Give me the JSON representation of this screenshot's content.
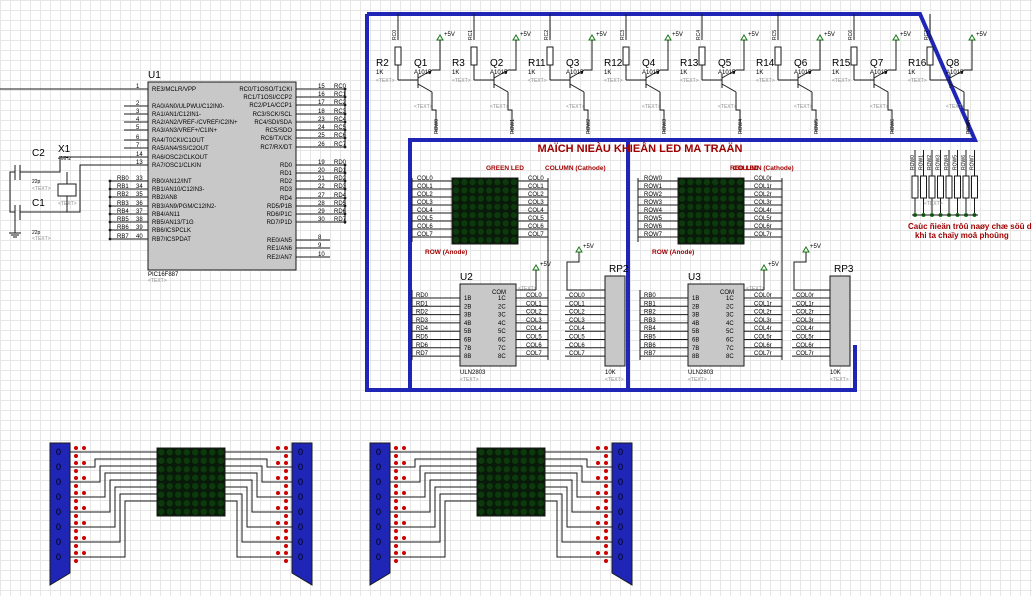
{
  "colors": {
    "bus": "#1f25b5",
    "chip": "#c8c8c8",
    "led_off": "#0c3a0c",
    "grid": "#e6e6e6",
    "title": "#a00000",
    "pin": "#cc0000"
  },
  "title": "MAÏCH NIEÀU KHIEÅN LED MA TRAÄN",
  "note_line1": "Caùc ñieän trôû naøy chæ söû duïng",
  "note_line2": "khi ta chaïy moâ phoûng",
  "green_led_label": "GREEN LED",
  "red_led_label": "RED LED",
  "column_label": "COLUMN (Cathode)",
  "row_label": "ROW (Anode)",
  "placeholder": "<TEXT>",
  "mcu": {
    "name": "U1",
    "part": "PIC16F887",
    "left_pins": [
      {
        "n": "1",
        "t": "RE3/MCLR/VPP"
      },
      {
        "n": "2",
        "t": "RA0/AN0/ULPWU/C12IN0-"
      },
      {
        "n": "3",
        "t": "RA1/AN1/C12IN1-"
      },
      {
        "n": "4",
        "t": "RA2/AN2/VREF-/CVREF/C2IN+"
      },
      {
        "n": "5",
        "t": "RA3/AN3/VREF+/C1IN+"
      },
      {
        "n": "6",
        "t": "RA4/T0CKI/C1OUT"
      },
      {
        "n": "7",
        "t": "RA5/AN4/SS/C2OUT"
      },
      {
        "n": "14",
        "t": "RA6/OSC2/CLKOUT"
      },
      {
        "n": "13",
        "t": "RA7/OSC1/CLKIN"
      },
      {
        "n": "33",
        "t": "RB0/AN12/INT"
      },
      {
        "n": "34",
        "t": "RB1/AN10/C12IN3-"
      },
      {
        "n": "35",
        "t": "RB2/AN8"
      },
      {
        "n": "36",
        "t": "RB3/AN9/PGM/C12IN2-"
      },
      {
        "n": "37",
        "t": "RB4/AN11"
      },
      {
        "n": "38",
        "t": "RB5/AN13/T1G"
      },
      {
        "n": "39",
        "t": "RB6/ICSPCLK"
      },
      {
        "n": "40",
        "t": "RB7/ICSPDAT"
      }
    ],
    "right_pins": [
      {
        "n": "15",
        "t": "RC0/T1OSO/T1CKI"
      },
      {
        "n": "16",
        "t": "RC1/T1OSI/CCP2"
      },
      {
        "n": "17",
        "t": "RC2/P1A/CCP1"
      },
      {
        "n": "18",
        "t": "RC3/SCK/SCL"
      },
      {
        "n": "23",
        "t": "RC4/SDI/SDA"
      },
      {
        "n": "24",
        "t": "RC5/SDO"
      },
      {
        "n": "25",
        "t": "RC6/TX/CK"
      },
      {
        "n": "26",
        "t": "RC7/RX/DT"
      },
      {
        "n": "19",
        "t": "RD0"
      },
      {
        "n": "20",
        "t": "RD1"
      },
      {
        "n": "21",
        "t": "RD2"
      },
      {
        "n": "22",
        "t": "RD3"
      },
      {
        "n": "27",
        "t": "RD4"
      },
      {
        "n": "28",
        "t": "RD5/P1B"
      },
      {
        "n": "29",
        "t": "RD6/P1C"
      },
      {
        "n": "30",
        "t": "RD7/P1D"
      },
      {
        "n": "8",
        "t": "RE0/AN5"
      },
      {
        "n": "9",
        "t": "RE1/AN6"
      },
      {
        "n": "10",
        "t": "RE2/AN7"
      }
    ],
    "rb_nets": [
      "RB0",
      "RB1",
      "RB2",
      "RB3",
      "RB4",
      "RB5",
      "RB6",
      "RB7"
    ],
    "rc_nets": [
      "RC0",
      "RC1",
      "RC2",
      "RC3",
      "RC4",
      "RC5",
      "RC6",
      "RC7"
    ],
    "rd_nets": [
      "RD0",
      "RD1",
      "RD2",
      "RD3",
      "RD4",
      "RD5",
      "RD6",
      "RD7"
    ]
  },
  "osc": {
    "c2": "C2",
    "c1": "C1",
    "cap": "22p",
    "x1": "X1",
    "freq": "4MHz"
  },
  "transistors": [
    {
      "r": "R2",
      "rv": "1K",
      "q": "Q1",
      "part": "A1015",
      "rc": "RC0",
      "row": "ROW0"
    },
    {
      "r": "R3",
      "rv": "1K",
      "q": "Q2",
      "part": "A1015",
      "rc": "RC1",
      "row": "ROW1"
    },
    {
      "r": "R11",
      "rv": "1K",
      "q": "Q3",
      "part": "A1015",
      "rc": "RC2",
      "row": "ROW2"
    },
    {
      "r": "R12",
      "rv": "1K",
      "q": "Q4",
      "part": "A1015",
      "rc": "RC3",
      "row": "ROW3"
    },
    {
      "r": "R13",
      "rv": "1K",
      "q": "Q5",
      "part": "A1015",
      "rc": "RC4",
      "row": "ROW4"
    },
    {
      "r": "R14",
      "rv": "1K",
      "q": "Q6",
      "part": "A1015",
      "rc": "RC5",
      "row": "ROW5"
    },
    {
      "r": "R15",
      "rv": "1K",
      "q": "Q7",
      "part": "A1015",
      "rc": "RC6",
      "row": "ROW6"
    },
    {
      "r": "R16",
      "rv": "1K",
      "q": "Q8",
      "part": "A1015",
      "rc": "RC7",
      "row": "ROW7"
    }
  ],
  "vcc": "+5V",
  "green_cols": [
    "COL0",
    "COL1",
    "COL2",
    "COL3",
    "COL4",
    "COL5",
    "COL6",
    "COL7"
  ],
  "red_rows": [
    "ROW0",
    "ROW1",
    "ROW2",
    "ROW3",
    "ROW4",
    "ROW5",
    "ROW6",
    "ROW7"
  ],
  "col_r": [
    "COL0r",
    "COL1r",
    "COL2r",
    "COL3r",
    "COL4r",
    "COL5r",
    "COL6r",
    "COL7r"
  ],
  "col_g": [
    "COL0",
    "COL1",
    "COL2",
    "COL3",
    "COL4",
    "COL5",
    "COL6",
    "COL7"
  ],
  "uln": [
    {
      "name": "U2",
      "part": "ULN2803",
      "ins": [
        "RD0",
        "RD1",
        "RD2",
        "RD3",
        "RD4",
        "RD5",
        "RD6",
        "RD7"
      ],
      "outs": [
        "COL0",
        "COL1",
        "COL2",
        "COL3",
        "COL4",
        "COL5",
        "COL6",
        "COL7"
      ]
    },
    {
      "name": "U3",
      "part": "ULN2803",
      "ins": [
        "RB0",
        "RB1",
        "RB2",
        "RB3",
        "RB4",
        "RB5",
        "RB6",
        "RB7"
      ],
      "outs": [
        "COL0r",
        "COL1r",
        "COL2r",
        "COL3r",
        "COL4r",
        "COL5r",
        "COL6r",
        "COL7r"
      ]
    }
  ],
  "uln_in_pins": [
    "1B",
    "2B",
    "3B",
    "4B",
    "5B",
    "6B",
    "7B",
    "8B"
  ],
  "uln_out_pins": [
    "1C",
    "2C",
    "3C",
    "4C",
    "5C",
    "6C",
    "7C",
    "8C"
  ],
  "uln_com": "COM",
  "rp": [
    {
      "name": "RP2",
      "value": "10K"
    },
    {
      "name": "RP3",
      "value": "10K"
    }
  ],
  "sim_rows": [
    "ROW0",
    "ROW1",
    "ROW2",
    "ROW3",
    "ROW4",
    "ROW5",
    "ROW6",
    "ROW7"
  ],
  "logic_probe": "0"
}
